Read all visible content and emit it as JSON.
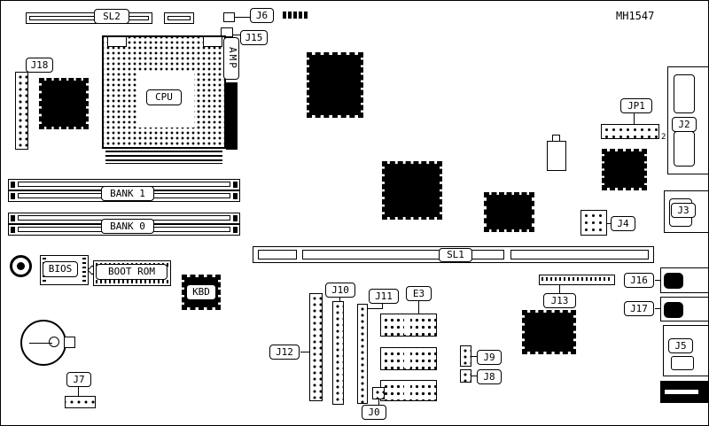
{
  "board_id": "MH1547",
  "labels": {
    "sl2": "SL2",
    "j6": "J6",
    "j15": "J15",
    "j18": "J18",
    "cpu": "CPU",
    "amp": "AMP",
    "jp1": "JP1",
    "jp1_pin": "2",
    "j2": "J2",
    "bank1": "BANK 1",
    "bank0": "BANK 0",
    "j4": "J4",
    "j3": "J3",
    "sl1": "SL1",
    "bios": "BIOS",
    "boot_rom": "BOOT ROM",
    "kbd": "KBD",
    "j13": "J13",
    "j16": "J16",
    "j17": "J17",
    "j5": "J5",
    "j7": "J7",
    "j12": "J12",
    "j10": "J10",
    "j11": "J11",
    "e3": "E3",
    "j0": "J0",
    "j9": "J9",
    "j8": "J8"
  }
}
